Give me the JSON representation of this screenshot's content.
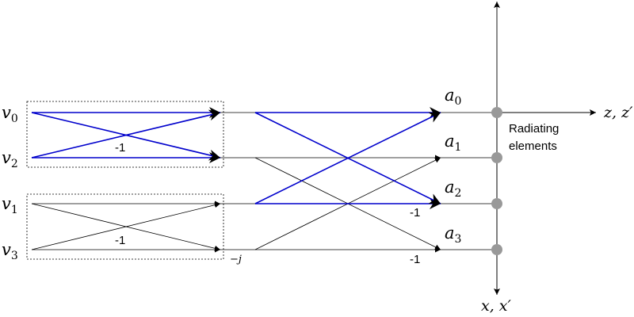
{
  "inputs": [
    {
      "var": "v",
      "sub": "0"
    },
    {
      "var": "v",
      "sub": "2"
    },
    {
      "var": "v",
      "sub": "1"
    },
    {
      "var": "v",
      "sub": "3"
    }
  ],
  "outputs": [
    {
      "var": "a",
      "sub": "0"
    },
    {
      "var": "a",
      "sub": "1"
    },
    {
      "var": "a",
      "sub": "2"
    },
    {
      "var": "a",
      "sub": "3"
    }
  ],
  "butterfly_labels": {
    "top_minus_one": "-1",
    "bottom_minus_one": "-1",
    "twiddle": "−j",
    "stage2_minus_one_a2": "-1",
    "stage2_minus_one_a3": "-1"
  },
  "radiating_elements": {
    "line1": "Radiating",
    "line2": "elements"
  },
  "axes": {
    "horizontal_label": "z, z′",
    "vertical_label": "x, x′"
  },
  "colors": {
    "highlight": "#0000cc",
    "normal": "#000000",
    "element_dot": "#999999"
  }
}
